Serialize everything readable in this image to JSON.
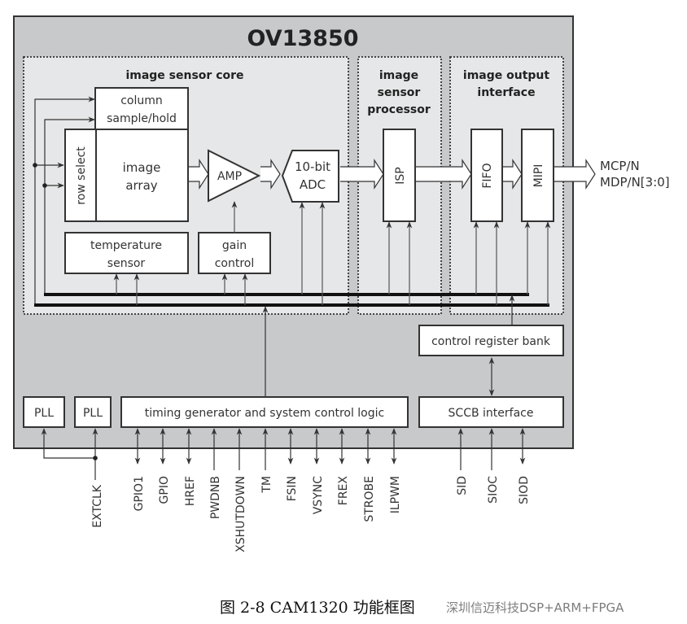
{
  "chip": {
    "title": "OV13850"
  },
  "sections": {
    "core": "image sensor core",
    "isp_line1": "image",
    "isp_line2": "sensor",
    "isp_line3": "processor",
    "output_line1": "image output",
    "output_line2": "interface"
  },
  "blocks": {
    "column_line1": "column",
    "column_line2": "sample/hold",
    "row_select": "row select",
    "array_line1": "image",
    "array_line2": "array",
    "amp": "AMP",
    "adc_line1": "10-bit",
    "adc_line2": "ADC",
    "temp_line1": "temperature",
    "temp_line2": "sensor",
    "gain_line1": "gain",
    "gain_line2": "control",
    "isp": "ISP",
    "fifo": "FIFO",
    "mipi": "MIPI",
    "control_register": "control register bank",
    "pll1": "PLL",
    "pll2": "PLL",
    "timing": "timing generator and system control logic",
    "sccb": "SCCB interface"
  },
  "outputs": {
    "line1": "MCP/N",
    "line2": "MDP/N[3:0]"
  },
  "pins": {
    "extclk": "EXTCLK",
    "gpio1": "GPIO1",
    "gpio": "GPIO",
    "href": "HREF",
    "pwdnb": "PWDNB",
    "xshutdown": "XSHUTDOWN",
    "tm": "TM",
    "fsin": "FSIN",
    "vsync": "VSYNC",
    "frex": "FREX",
    "strobe": "STROBE",
    "ilpwm": "ILPWM",
    "sid": "SID",
    "sioc": "SIOC",
    "siod": "SIOD"
  },
  "caption": {
    "text": "图  2-8 CAM1320 功能框图",
    "watermark": "深圳信迈科技DSP+ARM+FPGA"
  }
}
